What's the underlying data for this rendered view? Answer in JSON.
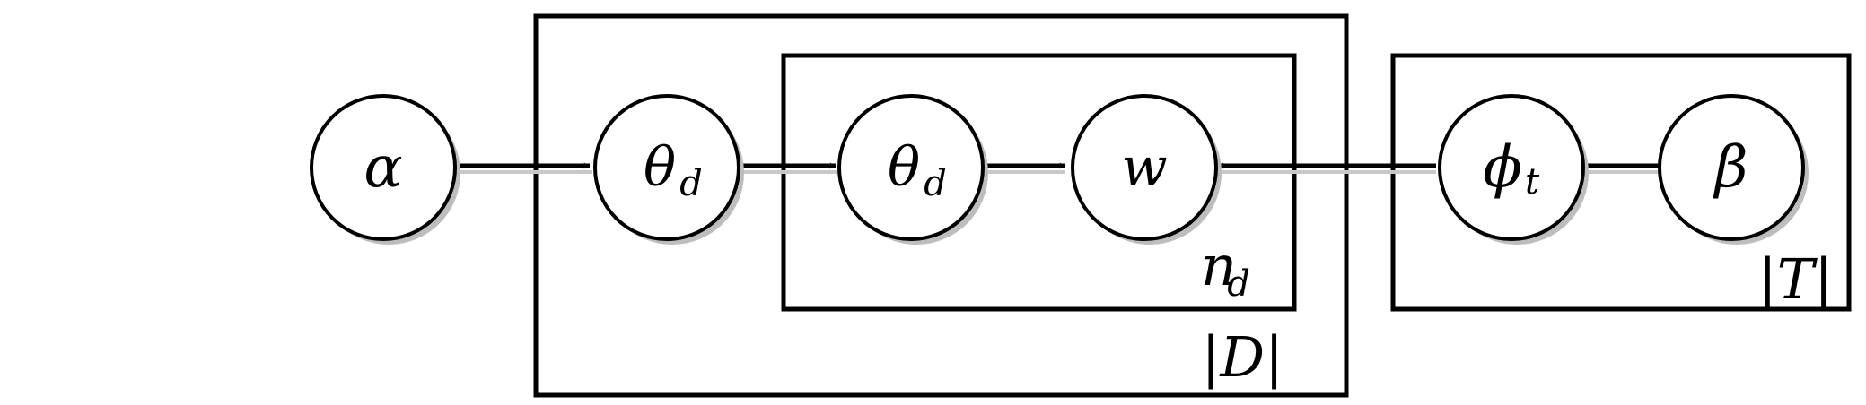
{
  "nodes": {
    "alpha": {
      "symbol": "α",
      "subscript": ""
    },
    "theta_doc": {
      "symbol": "θ",
      "subscript": "d"
    },
    "theta_word": {
      "symbol": "θ",
      "subscript": "d"
    },
    "word": {
      "symbol": "w",
      "subscript": ""
    },
    "phi": {
      "symbol": "ϕ",
      "subscript": "t"
    },
    "beta": {
      "symbol": "β",
      "subscript": ""
    }
  },
  "plates": {
    "documents": {
      "label": "|D|"
    },
    "words": {
      "label_main": "n",
      "label_sub": "d"
    },
    "topics": {
      "label": "|T|"
    }
  }
}
